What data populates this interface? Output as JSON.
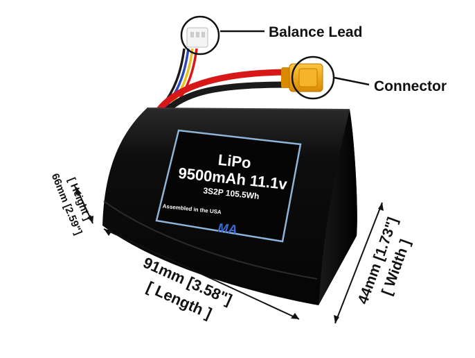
{
  "callouts": {
    "balance_lead": "Balance Lead",
    "connector": "Connector"
  },
  "label": {
    "chemistry": "LiPo",
    "capacity_voltage": "9500mAh 11.1v",
    "config_energy": "3S2P 105.5Wh",
    "assembled": "Assembled in the USA",
    "logo_text": "MA"
  },
  "dimensions": {
    "length": "91mm [3.58\"]",
    "length_label": "[ Length ]",
    "width": "44mm [1.73\"]",
    "width_label": "[ Width ]",
    "height": "66mm [2.59\"]",
    "height_label": "[ Height ]"
  },
  "colors": {
    "battery_body": "#0b0b0b",
    "label_frame": "#8fb4d8",
    "red_wire": "#d81818",
    "black_wire": "#1a1a1a",
    "yellow_wire": "#e8c020",
    "blue_wire": "#2a48c0",
    "connector": "#f2a60c",
    "usa_blue": "#3a6bd0",
    "usa_red": "#d02a2a"
  }
}
